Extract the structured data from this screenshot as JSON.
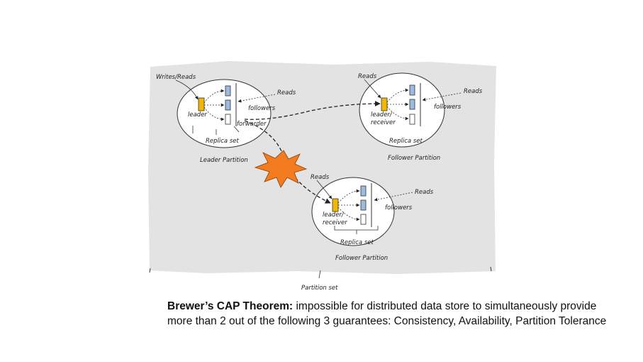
{
  "colors": {
    "panel": "#e3e3e3",
    "leader_box": "#f2b705",
    "follower_box": "#9dbbe0",
    "explosion": "#f47c20"
  },
  "diagram": {
    "panel_label": "Partition set",
    "leader_partition": {
      "partition_label": "Leader Partition",
      "replica_label": "Replica set",
      "top_label": "Writes/Reads",
      "reads_label": "Reads",
      "followers_label": "followers",
      "role_label": "leader",
      "forwarder_label": "forwarder"
    },
    "follower_partition_1": {
      "partition_label": "Follower Partition",
      "replica_label": "Replica set",
      "top_label": "Reads",
      "reads_label": "Reads",
      "followers_label": "followers",
      "role_label_line1": "leader/",
      "role_label_line2": "receiver"
    },
    "follower_partition_2": {
      "partition_label": "Follower Partition",
      "replica_label": "Replica set",
      "top_label": "Reads",
      "reads_label": "Reads",
      "followers_label": "followers",
      "role_label_line1": "leader/",
      "role_label_line2": "receiver"
    }
  },
  "caption": {
    "bold": "Brewer’s CAP Theorem:",
    "text": " impossible for distributed data store to simultaneously provide more than 2 out of the following 3 guarantees: Consistency, Availability, Partition Tolerance"
  }
}
